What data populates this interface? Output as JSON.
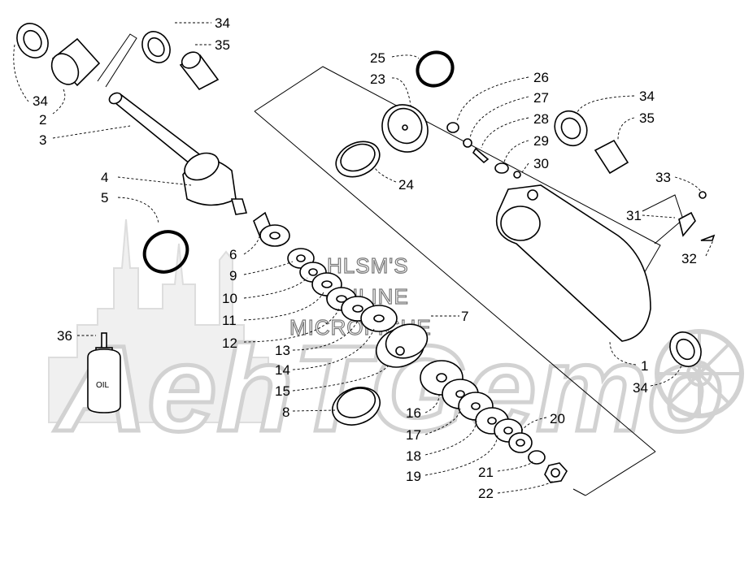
{
  "watermark": {
    "brand": "AehTGemo",
    "line1": "HLSM'S",
    "line2": "ONLINE",
    "line3": "MICROFICHE"
  },
  "oil_bottle_label": "OIL",
  "callouts": [
    {
      "id": "c34a",
      "text": "34"
    },
    {
      "id": "c35a",
      "text": "35"
    },
    {
      "id": "c34b",
      "text": "34"
    },
    {
      "id": "c2",
      "text": "2"
    },
    {
      "id": "c3",
      "text": "3"
    },
    {
      "id": "c4",
      "text": "4"
    },
    {
      "id": "c5",
      "text": "5"
    },
    {
      "id": "c6",
      "text": "6"
    },
    {
      "id": "c9",
      "text": "9"
    },
    {
      "id": "c10",
      "text": "10"
    },
    {
      "id": "c11",
      "text": "11"
    },
    {
      "id": "c12",
      "text": "12"
    },
    {
      "id": "c13",
      "text": "13"
    },
    {
      "id": "c14",
      "text": "14"
    },
    {
      "id": "c15",
      "text": "15"
    },
    {
      "id": "c8",
      "text": "8"
    },
    {
      "id": "c7",
      "text": "7"
    },
    {
      "id": "c36",
      "text": "36"
    },
    {
      "id": "c25",
      "text": "25"
    },
    {
      "id": "c23",
      "text": "23"
    },
    {
      "id": "c24",
      "text": "24"
    },
    {
      "id": "c26",
      "text": "26"
    },
    {
      "id": "c27",
      "text": "27"
    },
    {
      "id": "c28",
      "text": "28"
    },
    {
      "id": "c29",
      "text": "29"
    },
    {
      "id": "c30",
      "text": "30"
    },
    {
      "id": "c34c",
      "text": "34"
    },
    {
      "id": "c35b",
      "text": "35"
    },
    {
      "id": "c33",
      "text": "33"
    },
    {
      "id": "c31",
      "text": "31"
    },
    {
      "id": "c32",
      "text": "32"
    },
    {
      "id": "c1",
      "text": "1"
    },
    {
      "id": "c34d",
      "text": "34"
    },
    {
      "id": "c16",
      "text": "16"
    },
    {
      "id": "c17",
      "text": "17"
    },
    {
      "id": "c18",
      "text": "18"
    },
    {
      "id": "c19",
      "text": "19"
    },
    {
      "id": "c20",
      "text": "20"
    },
    {
      "id": "c21",
      "text": "21"
    },
    {
      "id": "c22",
      "text": "22"
    }
  ]
}
